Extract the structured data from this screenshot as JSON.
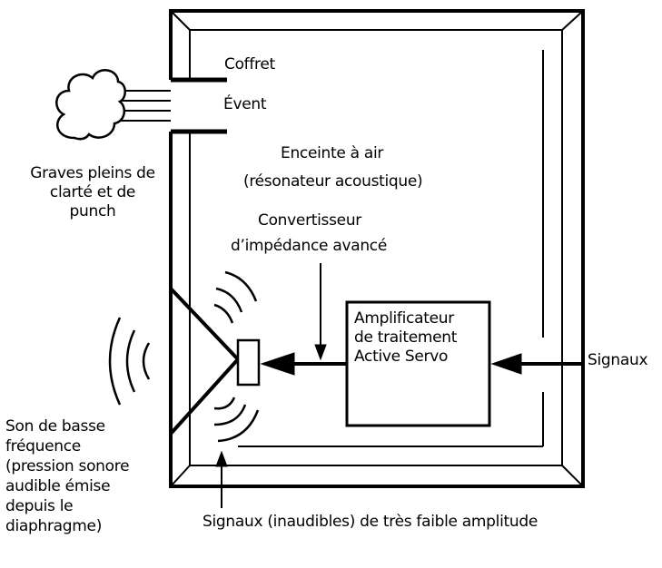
{
  "labels": {
    "coffret": "Coffret",
    "event": "Évent",
    "enceinte_line1": "Enceinte à air",
    "enceinte_line2": "(résonateur acoustique)",
    "convertisseur_line1": "Convertisseur",
    "convertisseur_line2": "d’impédance avancé",
    "graves_lines": [
      "Graves pleins de",
      "clarté et de",
      "punch"
    ],
    "amplificateur_lines": [
      "Amplificateur",
      "de traitement",
      "Active Servo"
    ],
    "signaux": "Signaux",
    "son_lines": [
      "Son de basse",
      "fréquence",
      "(pression sonore",
      "audible émise",
      "depuis le",
      "diaphragme)"
    ],
    "faible_amplitude": "Signaux (inaudibles) de très faible amplitude"
  },
  "icons": {
    "cloud": "cloud-icon",
    "speaker": "speaker-cone-icon",
    "sound_waves": "sound-wave-icon",
    "arrows": "arrow-icon"
  },
  "colors": {
    "stroke": "#000000",
    "background": "#ffffff"
  }
}
